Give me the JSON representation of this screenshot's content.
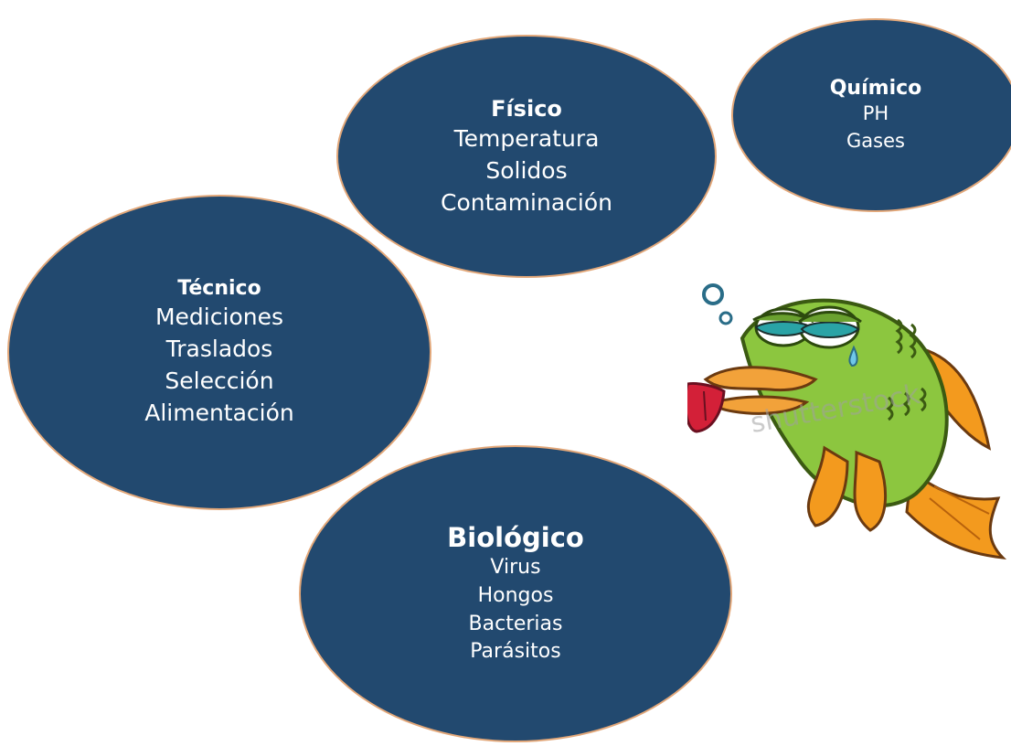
{
  "diagram": {
    "bubbles": [
      {
        "id": "fisico",
        "title": "Físico",
        "items": [
          "Temperatura",
          "Solidos",
          "Contaminación"
        ]
      },
      {
        "id": "quimico",
        "title": "Químico",
        "items": [
          "PH",
          "Gases"
        ]
      },
      {
        "id": "tecnico",
        "title": "Técnico",
        "items": [
          "Mediciones",
          "Traslados",
          "Selección",
          "Alimentación"
        ]
      },
      {
        "id": "biologico",
        "title": "Biológico",
        "items": [
          "Virus",
          "Hongos",
          "Bacterias",
          "Parásitos"
        ]
      }
    ],
    "illustration": {
      "icon": "sick-fish-icon",
      "watermark": "shutterstock"
    },
    "colors": {
      "bubble_fill": "#22496f",
      "bubble_border": "#e2a779",
      "text": "#ffffff",
      "fish_green": "#8cc63f"
    }
  }
}
